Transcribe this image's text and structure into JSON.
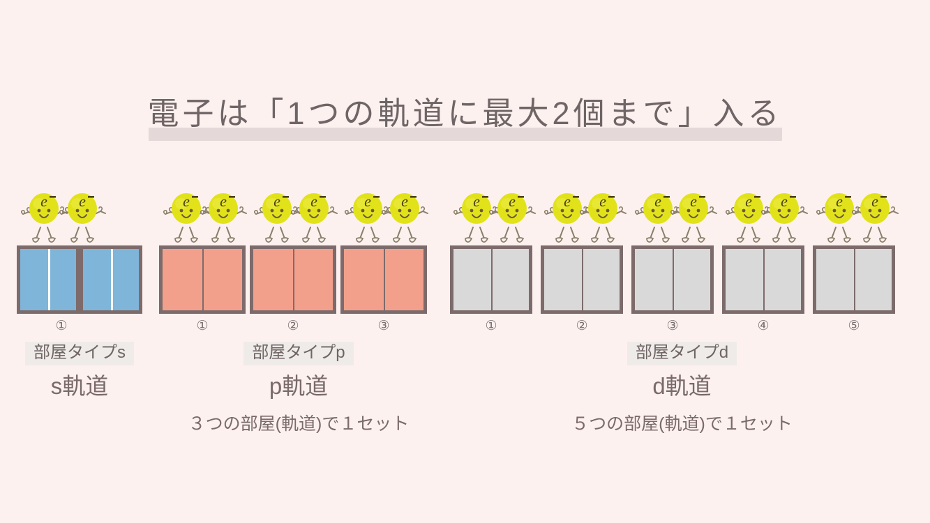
{
  "page": {
    "background_color": "#fdf1ef",
    "title": "電子は「1つの軌道に最大2個まで」入る",
    "title_highlight_color": "#e4d9d8",
    "text_color": "#7a6a6a"
  },
  "electron": {
    "symbol": "e",
    "charge": "-",
    "head_color": "#e2e21a",
    "outline_color": "#8a7f6a"
  },
  "groups": [
    {
      "id": "s",
      "orbital_name": "s軌道",
      "room_type_label": "部屋タイプs",
      "box_fill_color": "#7eb5d9",
      "box_border_color": "#7d6b6b",
      "box_count": 2,
      "electron_count": 2,
      "box_numbers": [
        "①"
      ],
      "set_caption": "",
      "has_set_caption": false
    },
    {
      "id": "p",
      "orbital_name": "p軌道",
      "room_type_label": "部屋タイプp",
      "box_fill_color": "#f2a08b",
      "box_border_color": "#7d6b6b",
      "box_count": 3,
      "electron_count": 6,
      "box_numbers": [
        "①",
        "②",
        "③"
      ],
      "set_caption": "３つの部屋(軌道)で１セット",
      "has_set_caption": true
    },
    {
      "id": "d",
      "orbital_name": "d軌道",
      "room_type_label": "部屋タイプd",
      "box_fill_color": "#d9d9d9",
      "box_border_color": "#7d6b6b",
      "box_count": 5,
      "electron_count": 10,
      "box_numbers": [
        "①",
        "②",
        "③",
        "④",
        "⑤"
      ],
      "set_caption": "５つの部屋(軌道)で１セット",
      "has_set_caption": true
    }
  ]
}
